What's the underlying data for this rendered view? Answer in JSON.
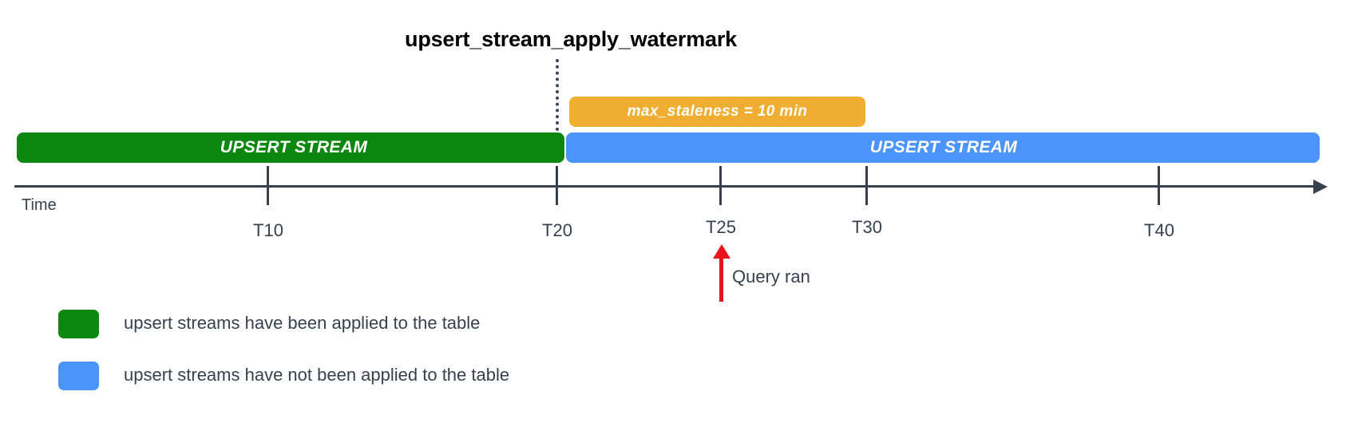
{
  "title": "upsert_stream_apply_watermark",
  "bars": {
    "staleness": {
      "label": "max_staleness = 10 min",
      "color": "#efae32"
    },
    "applied": {
      "label": "UPSERT STREAM",
      "color": "#0c8710"
    },
    "pending": {
      "label": "UPSERT STREAM",
      "color": "#4a94fa"
    }
  },
  "axis": {
    "name": "Time",
    "ticks": [
      {
        "label": "T10"
      },
      {
        "label": "T20"
      },
      {
        "label": "T25"
      },
      {
        "label": "T30"
      },
      {
        "label": "T40"
      }
    ]
  },
  "annotation": {
    "query_label": "Query ran",
    "arrow_color": "#e8161c"
  },
  "legend": {
    "items": [
      {
        "label": "upsert streams have been applied to the table",
        "color": "#0c8710"
      },
      {
        "label": "upsert streams have not been applied to the table",
        "color": "#4a94fa"
      }
    ]
  },
  "chart_data": {
    "type": "timeline",
    "title": "upsert_stream_apply_watermark",
    "xlabel": "Time",
    "tick_labels": [
      "T10",
      "T20",
      "T25",
      "T30",
      "T40"
    ],
    "tick_values": [
      10,
      20,
      25,
      30,
      40
    ],
    "watermark": {
      "label": "upsert_stream_apply_watermark",
      "at": "T20"
    },
    "spans": [
      {
        "name": "UPSERT STREAM",
        "state": "applied",
        "start": "T0",
        "end": "T20",
        "color": "#0c8710"
      },
      {
        "name": "UPSERT STREAM",
        "state": "not applied",
        "start": "T20",
        "end": "T45",
        "color": "#4a94fa"
      },
      {
        "name": "max_staleness = 10 min",
        "start": "T20",
        "end": "T30",
        "color": "#efae32"
      }
    ],
    "events": [
      {
        "name": "Query ran",
        "at": "T25",
        "color": "#e8161c"
      }
    ],
    "legend": [
      {
        "label": "upsert streams have been applied to the table",
        "color": "#0c8710"
      },
      {
        "label": "upsert streams have not been applied to the table",
        "color": "#4a94fa"
      }
    ]
  }
}
